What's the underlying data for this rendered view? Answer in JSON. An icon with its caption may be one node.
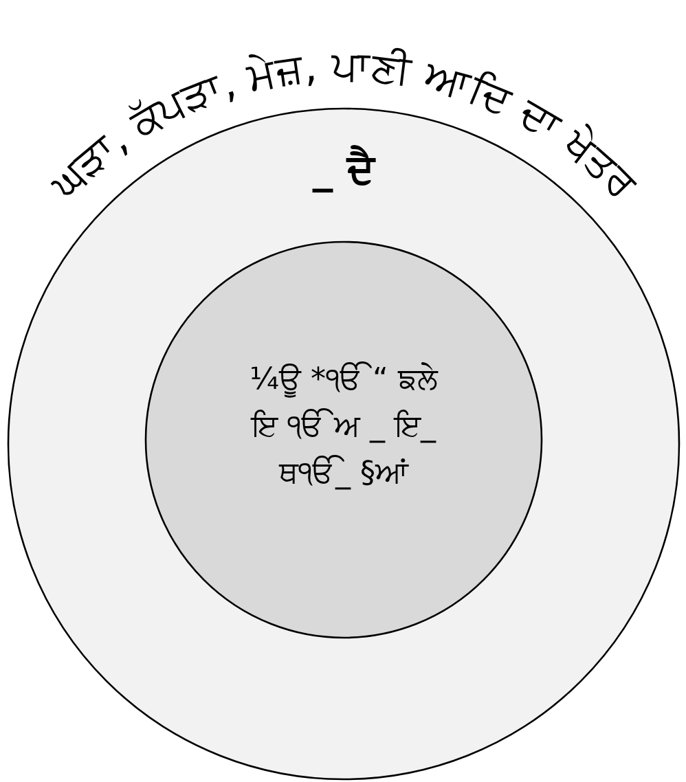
{
  "diagram": {
    "nodes": [
      {
        "text": [
          "ਘੜਾ, ਕੱਪੜਾ, ਮੇਜ਼, ਪਾਣੀ ਆਦਿ ਦਾ ਖੇਤਰ",
          "_ ਦੈ"
        ]
      },
      {
        "text": [
          "¼ਊ *ੴ “ ਙਲੇ ਇ ੴ ਅ _ ਇ_ ਥੴ_ §ਆਂ"
        ],
        "in": 0
      }
    ]
  }
}
